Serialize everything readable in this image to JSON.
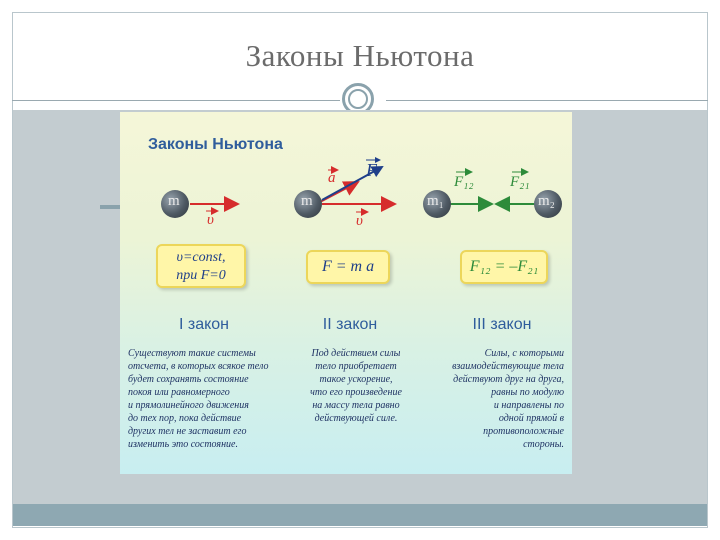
{
  "slide_title": "Законы Ньютона",
  "figure": {
    "title": "Законы Ньютона",
    "law1": {
      "mass": "m",
      "velocity": "υ",
      "formula_line1": "υ=const,",
      "formula_line2": "при F=0",
      "label": "I закон",
      "text": "Существуют такие системы\nотсчета, в которых всякое тело\nбудет сохранять состояние\nпокоя или равномерного\nи прямолинейного движения\nдо тех пор, пока действие\nдругих тел не заставит его\nизменить это состояние."
    },
    "law2": {
      "mass": "m",
      "acceleration": "a",
      "force": "F",
      "velocity": "υ",
      "formula": "F = m a",
      "label": "II закон",
      "text": "Под действием силы\nтело приобретает\nтакое ускорение,\nчто его произведение\nна массу тела равно\nдействующей силе."
    },
    "law3": {
      "mass1": "m₁",
      "mass2": "m₂",
      "force12": "F₁₂",
      "force21": "F₂₁",
      "formula": "F₁₂ = –F₂₁",
      "label": "III закон",
      "text": "Силы, с которыми\nвзаимодействующие тела\nдействуют друг на друга,\nравны по модулю\nи направлены по\nодной прямой в\nпротивоположные\nстороны."
    }
  },
  "colors": {
    "title_gray": "#6b6b6b",
    "accent_gray_blue": "#8ea8b2",
    "vector_red": "#d62c2c",
    "force_green": "#2d8b3a",
    "formula_yellow": "#fff6a8",
    "law_blue": "#2f5d9c"
  }
}
